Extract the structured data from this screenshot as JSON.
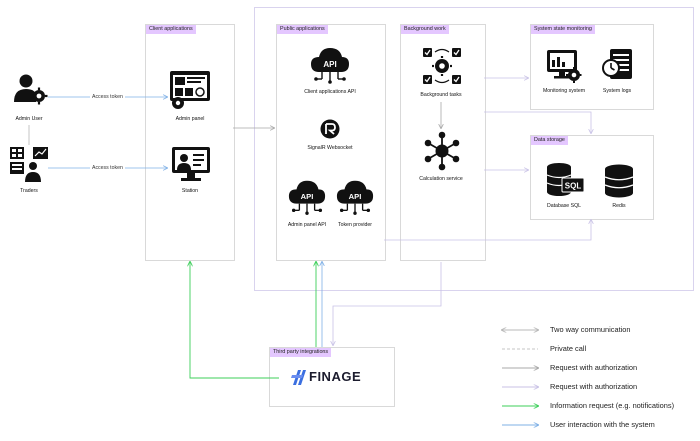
{
  "actors": {
    "admin_user": "Admin User",
    "traders": "Traders"
  },
  "edges": {
    "access_token_1": "Access token",
    "access_token_2": "Access token"
  },
  "groups": {
    "client_applications": {
      "title": "Client applications",
      "items": [
        "Admin panel",
        "Station"
      ]
    },
    "public_applications": {
      "title": "Public applications",
      "items": [
        "Client applications API",
        "SignalR Websocket",
        "Admin panel API",
        "Token provider"
      ]
    },
    "background_work": {
      "title": "Background work",
      "items": [
        "Background tasks",
        "Calculation service"
      ]
    },
    "system_state_monitoring": {
      "title": "System state monitoring",
      "items": [
        "Monitoring system",
        "System logs"
      ]
    },
    "data_storage": {
      "title": "Data storage",
      "items": [
        "Database SQL",
        "Redis"
      ]
    },
    "third_party": {
      "title": "Third party integrations",
      "logo_text": "FINAGE"
    }
  },
  "legend": [
    {
      "label": "Two way communication",
      "style": "double-arrow",
      "color": "#b8b8b8"
    },
    {
      "label": "Private call",
      "style": "dashed",
      "color": "#c6c6c6"
    },
    {
      "label": "Request with authorization",
      "style": "arrow",
      "color": "#a8a8a8"
    },
    {
      "label": "Request with authorization",
      "style": "arrow-light",
      "color": "#c9c2e6"
    },
    {
      "label": "Information request (e.g. notifications)",
      "style": "arrow",
      "color": "#3ccf5a"
    },
    {
      "label": "User interaction with the system",
      "style": "arrow",
      "color": "#7fb0e6"
    }
  ],
  "colors": {
    "tag_bg": "#e4c7ff",
    "green": "#3ccf5a",
    "blue": "#7fb0e6",
    "grey": "#a8a8a8",
    "lavender": "#c9c2e6"
  }
}
